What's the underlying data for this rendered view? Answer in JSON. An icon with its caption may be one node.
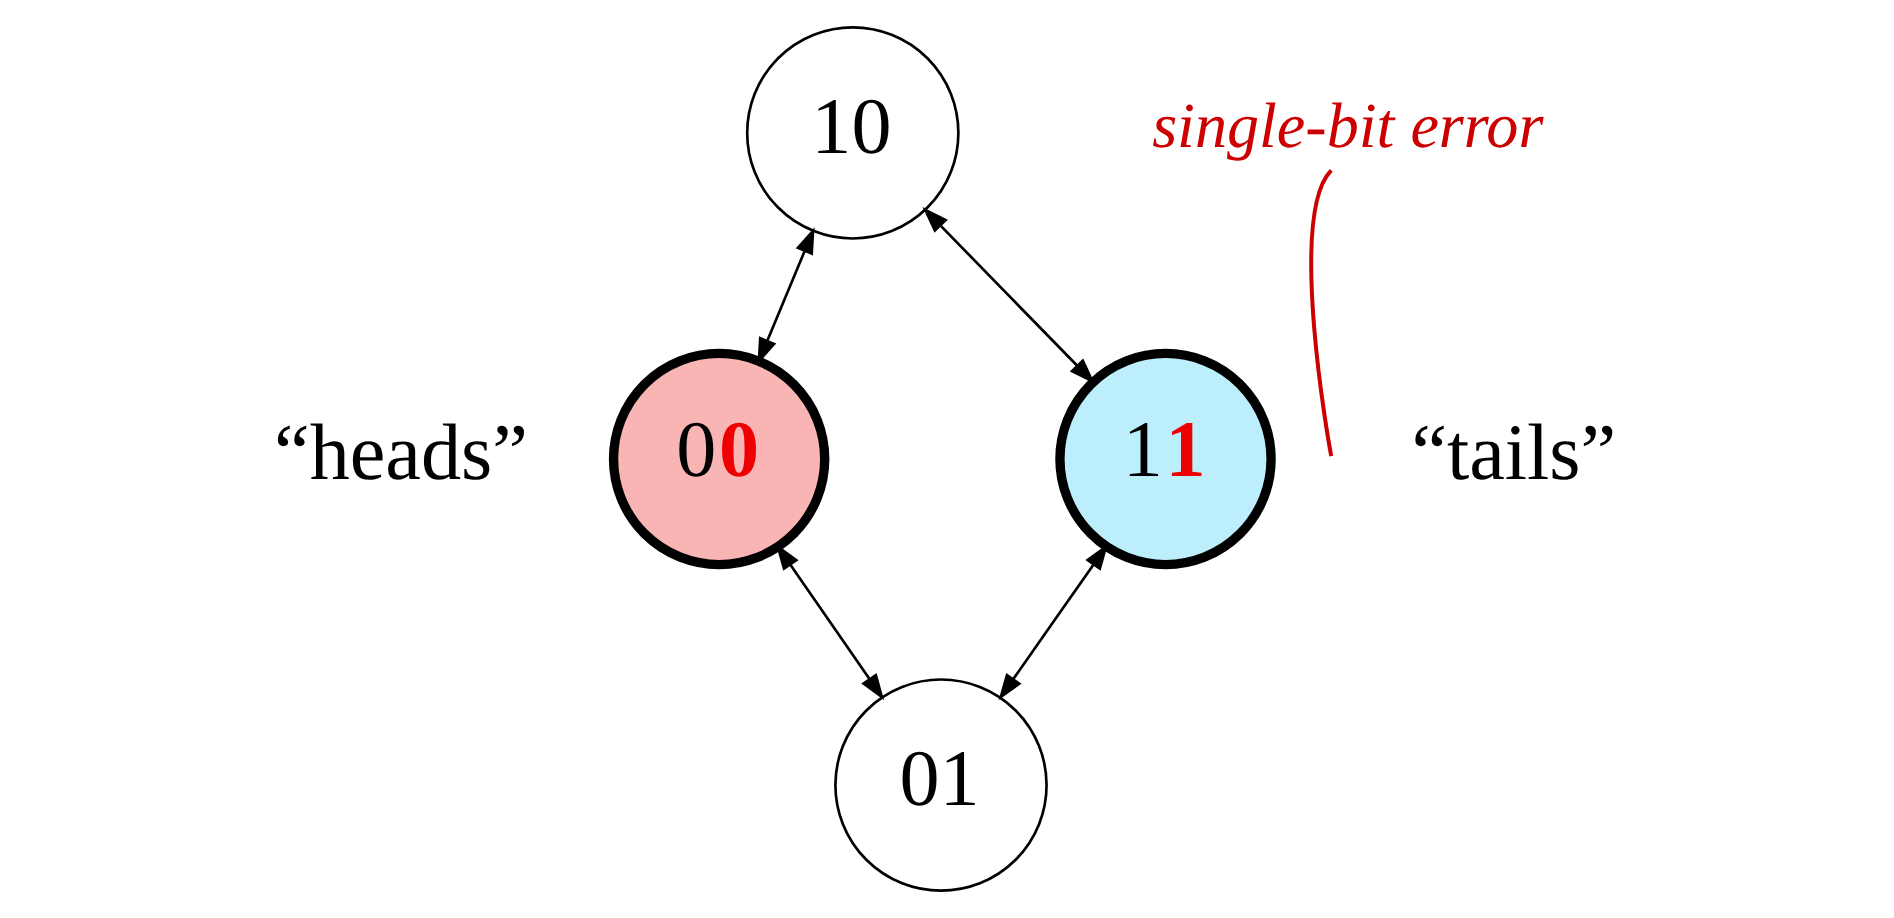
{
  "diagram": {
    "nodes": [
      {
        "text": [
          "10"
        ]
      },
      {
        "text": [
          "0**0**"
        ],
        "beside": [
          "“heads”"
        ]
      },
      {
        "text": [
          "1**1**"
        ],
        "beside": [
          "“tails”"
        ]
      },
      {
        "text": [
          "01"
        ]
      },
      {
        "text": [
          "single-bit error"
        ]
      }
    ],
    "edges": [
      {
        "from": 0,
        "to": 1,
        "arrow": "both"
      },
      {
        "from": 0,
        "to": 2,
        "arrow": "both"
      },
      {
        "from": 1,
        "to": 3,
        "arrow": "both"
      },
      {
        "from": 2,
        "to": 3,
        "arrow": "both"
      },
      {
        "from": 4,
        "to": null,
        "arrow": "none",
        "color": "#cc0000"
      }
    ]
  }
}
